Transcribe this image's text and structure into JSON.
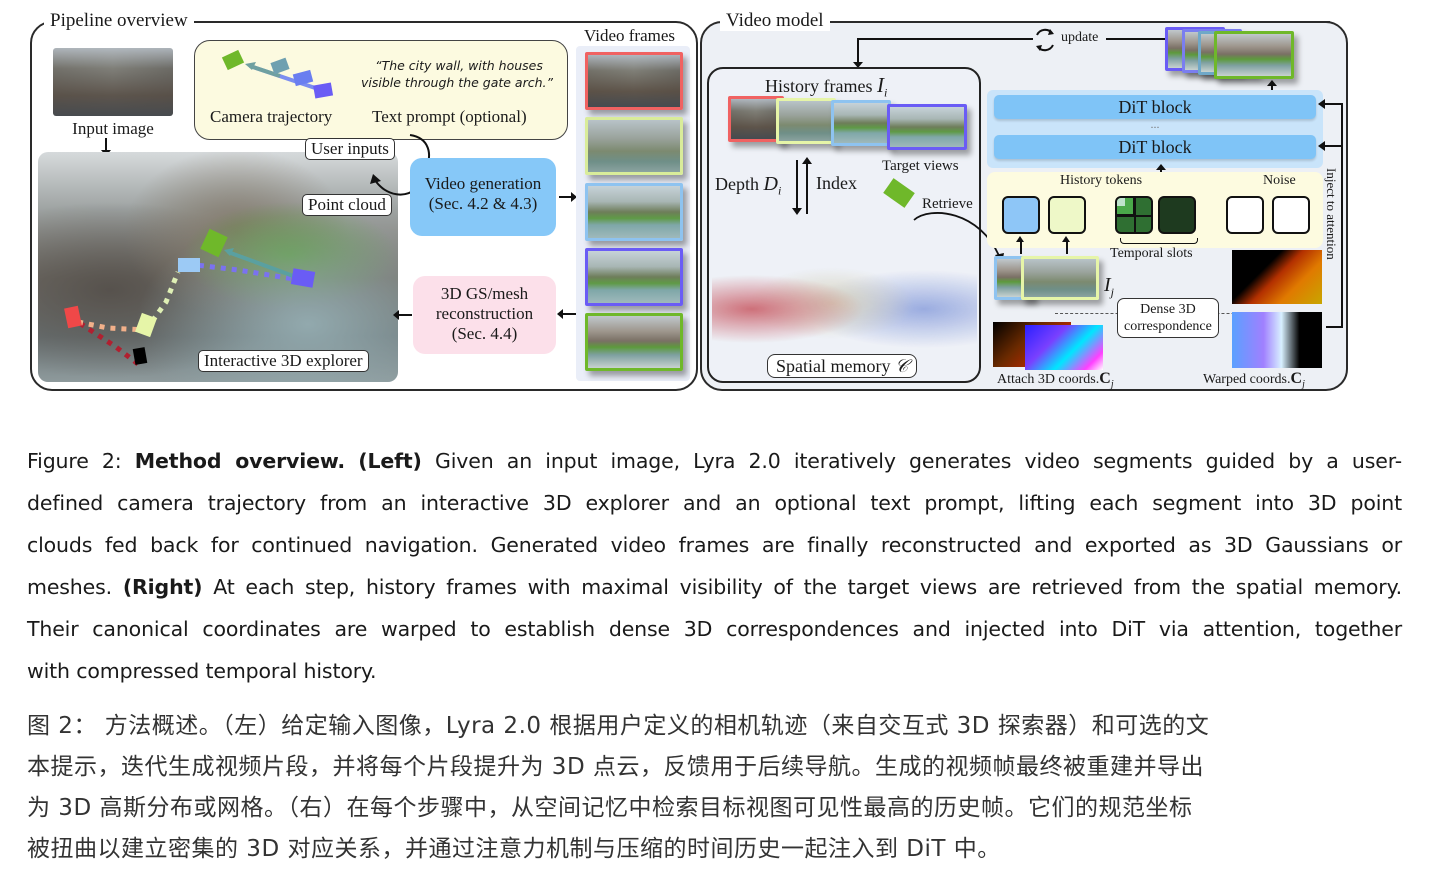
{
  "figure": {
    "left_panel": {
      "title": "Pipeline overview",
      "input_image_label": "Input image",
      "user_inputs_box": {
        "camera_trajectory_label": "Camera trajectory",
        "text_prompt_quote": "“The city wall, with houses visible through the gate arch.”",
        "text_prompt_line1": "“The city wall, with houses",
        "text_prompt_line2": "visible through the gate arch.”",
        "text_prompt_label": "Text prompt (optional)"
      },
      "user_inputs_tag": "User inputs",
      "point_cloud_tag": "Point cloud",
      "explorer_label": "Interactive 3D explorer",
      "video_generation": {
        "line1": "Video generation",
        "line2": "(Sec. 4.2 & 4.3)"
      },
      "reconstruction": {
        "line1": "3D GS/mesh",
        "line2": "reconstruction",
        "line3": "(Sec. 4.4)"
      },
      "video_frames_label": "Video frames",
      "frame_border_colors": [
        "#f06262",
        "#d9ec9a",
        "#8ec3f0",
        "#6a5cf5",
        "#6fb82a"
      ],
      "trajectory_colors": [
        "#000000",
        "#c4262c",
        "#f04848",
        "#f3b58a",
        "#e6f5a8",
        "#9ccaf5",
        "#6a5cf5",
        "#6fb82a"
      ]
    },
    "right_panel": {
      "title": "Video model",
      "update_label": "update",
      "history_frames_label": "History frames",
      "history_frames_symbol": "I",
      "history_frames_sub": "i",
      "depth_label": "Depth",
      "depth_symbol": "D",
      "depth_sub": "i",
      "index_label": "Index",
      "target_views_label": "Target views",
      "retrieve_label": "Retrieve",
      "spatial_memory_label": "Spatial memory",
      "spatial_memory_symbol": "𝒞",
      "dit_blocks": [
        "DiT block",
        "DiT block"
      ],
      "dit_ellipsis": "...",
      "history_tokens_label": "History tokens",
      "noise_label": "Noise",
      "temporal_slots_label": "Temporal slots",
      "retrieved_frame_symbol": "I",
      "retrieved_frame_sub": "j",
      "dense_corr_line1": "Dense 3D",
      "dense_corr_line2": "correspondence",
      "attach_coords_label": "Attach 3D coords.",
      "attach_coords_symbol": "C",
      "attach_coords_sub": "j",
      "warped_coords_label": "Warped coords.",
      "warped_coords_symbol": "C",
      "warped_coords_sub": "j",
      "inject_label": "Inject to attention",
      "token_colors": [
        "#8ec6f7",
        "#eef8c8",
        "#2f6f32",
        "#1e3a1f",
        "#ffffff",
        "#ffffff"
      ],
      "dit_color": "#7fc4f7",
      "dit_bg_color": "#c9e4fa",
      "tokens_bg_color": "#fdfbe0"
    }
  },
  "caption": {
    "en_prefix": "Figure 2: ",
    "en_bold_title": "Method overview.",
    "en_left_tag": "(Left)",
    "en_left_text": "Given an input image, Lyra 2.0 iteratively generates video segments guided by a user-defined camera trajectory from an interactive 3D explorer and an optional text prompt, lifting each segment into 3D point clouds fed back for continued navigation. Generated video frames are finally reconstructed and exported as 3D Gaussians or meshes.",
    "en_right_tag": "(Right)",
    "en_right_text": "At each step, history frames with maximal visibility of the target views are retrieved from the spatial memory. Their canonical coordinates are warped to establish dense 3D correspondences and injected into DiT via attention, together with compressed temporal history.",
    "en_lines": [
      "Given an input image, Lyra 2.0 iteratively generates video segments guided by a user-",
      "defined camera trajectory from an interactive 3D explorer and an optional text prompt, lifting each segment into 3D point",
      "clouds fed back for continued navigation. Generated video frames are finally reconstructed and exported as 3D Gaussians or",
      "At each step, history frames with maximal visibility of the target views are retrieved from the spatial memory.",
      "Their canonical coordinates are warped to establish dense 3D correspondences and injected into DiT via attention, together",
      "with compressed temporal history."
    ],
    "en_line4_prefix": "meshes.",
    "zh_lines": [
      "图 2：  方法概述。（左）给定输入图像，Lyra 2.0 根据用户定义的相机轨迹（来自交互式 3D 探索器）和可选的文",
      "本提示，迭代生成视频片段，并将每个片段提升为 3D 点云，反馈用于后续导航。生成的视频帧最终被重建并导出",
      "为 3D 高斯分布或网格。（右）在每个步骤中，从空间记忆中检索目标视图可见性最高的历史帧。它们的规范坐标",
      "被扭曲以建立密集的 3D 对应关系，并通过注意力机制与压缩的时间历史一起注入到 DiT 中。"
    ]
  }
}
